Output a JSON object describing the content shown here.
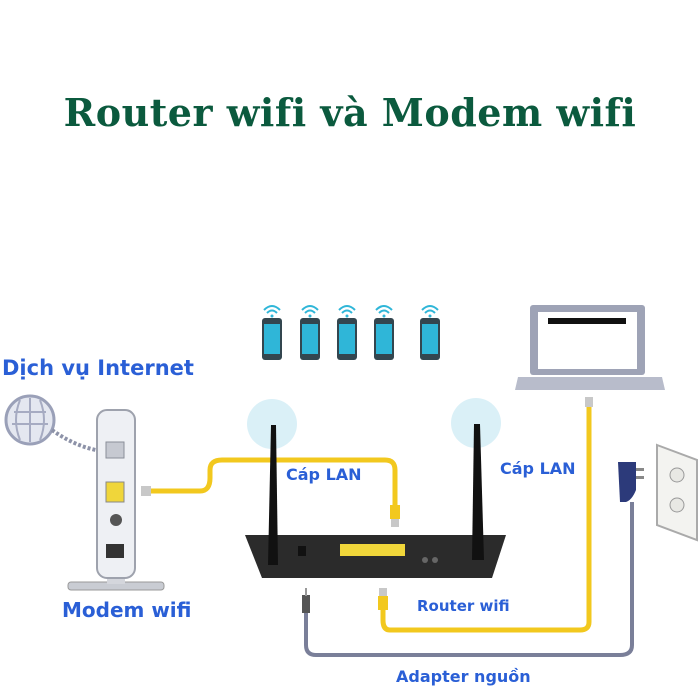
{
  "title": "Router wifi và Modem wifi",
  "labels": {
    "internet_service": "Dịch vụ Internet",
    "modem": "Modem wifi",
    "lan_cable_1": "Cáp LAN",
    "lan_cable_2": "Cáp LAN",
    "router": "Router wifi",
    "power_adapter": "Adapter nguồn"
  },
  "colors": {
    "title": "#0b5a3e",
    "label": "#2a5fd6",
    "lan_cable": "#f2c81e",
    "power_cable": "#7a7f99",
    "router": "#2b2b2b",
    "phone": "#2fb6d8"
  },
  "phone_count": 5
}
